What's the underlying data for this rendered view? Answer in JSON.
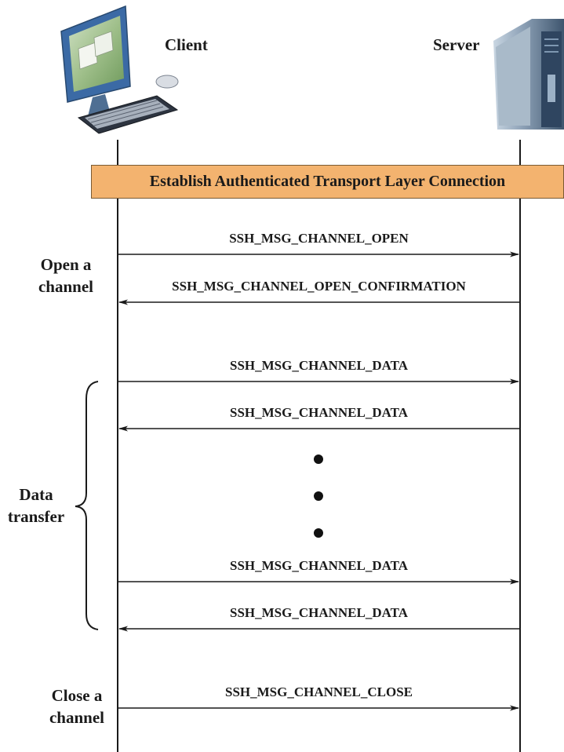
{
  "actors": {
    "client": "Client",
    "server": "Server"
  },
  "banner": "Establish Authenticated Transport Layer Connection",
  "phases": {
    "open": [
      "Open a",
      "channel"
    ],
    "data": [
      "Data",
      "transfer"
    ],
    "close": [
      "Close a",
      "channel"
    ]
  },
  "messages": [
    {
      "label": "SSH_MSG_CHANNEL_OPEN",
      "direction": "client-to-server"
    },
    {
      "label": "SSH_MSG_CHANNEL_OPEN_CONFIRMATION",
      "direction": "server-to-client"
    },
    {
      "label": "SSH_MSG_CHANNEL_DATA",
      "direction": "client-to-server"
    },
    {
      "label": "SSH_MSG_CHANNEL_DATA",
      "direction": "server-to-client"
    },
    {
      "label": "SSH_MSG_CHANNEL_DATA",
      "direction": "client-to-server"
    },
    {
      "label": "SSH_MSG_CHANNEL_DATA",
      "direction": "server-to-client"
    },
    {
      "label": "SSH_MSG_CHANNEL_CLOSE",
      "direction": "client-to-server"
    }
  ],
  "colors": {
    "banner_fill": "#f3b36f",
    "line": "#1a1a1a",
    "server_body": "#7f95aa",
    "monitor_body": "#4a78b0"
  },
  "icons": {
    "client": "computer-icon",
    "server": "server-tower-icon"
  }
}
